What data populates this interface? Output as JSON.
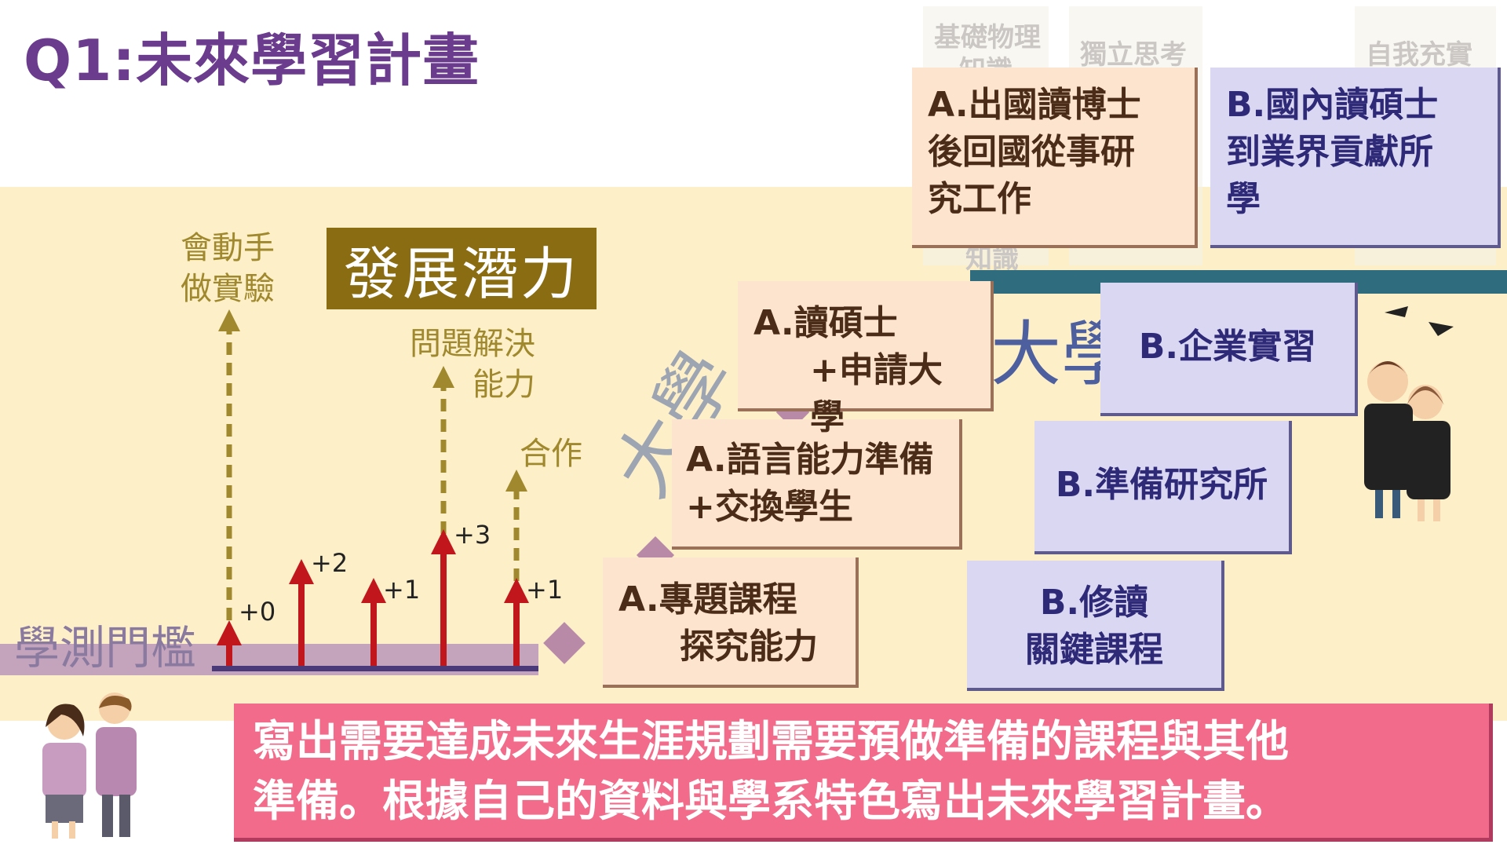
{
  "title": "Q1:未來學習計畫",
  "potential_label": "發展潛力",
  "threshold_label": "學測門檻",
  "diagonal_word": "大學",
  "big_word": "大學",
  "skills": [
    {
      "lines": [
        "會動手",
        "做實驗"
      ]
    },
    {
      "lines": [
        "問題解決",
        "能力"
      ]
    },
    {
      "lines": [
        "合作"
      ]
    }
  ],
  "arrow_deltas": [
    "+0",
    "+2",
    "+1",
    "+3",
    "+1"
  ],
  "path_a": [
    {
      "lines": [
        "A.專題課程",
        "探究能力"
      ]
    },
    {
      "lines": [
        "A.語言能力準備",
        "+交換學生"
      ]
    },
    {
      "lines": [
        "A.讀碩士",
        "+申請大學"
      ]
    },
    {
      "lines": [
        "A.出國讀博士",
        "後回國從事研",
        "究工作"
      ]
    }
  ],
  "path_b": [
    {
      "lines": [
        "B.修讀",
        "關鍵課程"
      ]
    },
    {
      "lines": [
        "B.準備研究所"
      ]
    },
    {
      "lines": [
        "B.企業實習"
      ]
    },
    {
      "lines": [
        "B.國內讀碩士",
        "到業界貢獻所",
        "學"
      ]
    }
  ],
  "faded_labels": [
    "基礎物理",
    "知識",
    "獨立思考",
    "自我充實",
    "知識"
  ],
  "instruction": [
    "寫出需要達成未來生涯規劃需要預做準備的課程與其他",
    "準備。根據自己的資料與學系特色寫出未來學習計畫。"
  ],
  "colors": {
    "accent": "#6b3b8e",
    "band": "#fdf0c8",
    "callout": "#f26b8a",
    "arrow": "#c0161c",
    "a_box": "#fde4cf",
    "b_box": "#dad7f2"
  }
}
